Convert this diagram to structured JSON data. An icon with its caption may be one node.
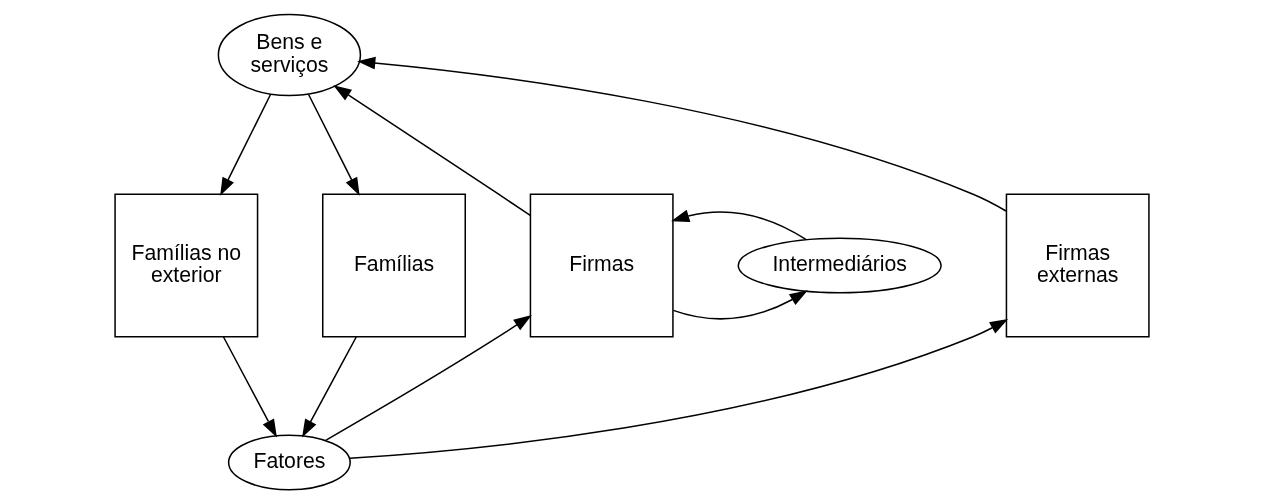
{
  "diagram": {
    "nodes": [
      {
        "text": [
          "Bens e serviços"
        ]
      },
      {
        "text": [
          "Famílias no exterior"
        ]
      },
      {
        "text": [
          "Famílias"
        ]
      },
      {
        "text": [
          "Firmas"
        ]
      },
      {
        "text": [
          "Intermediários"
        ]
      },
      {
        "text": [
          "Firmas externas"
        ]
      },
      {
        "text": [
          "Fatores"
        ]
      }
    ],
    "edges": [
      {
        "from": 0,
        "to": 1,
        "arrow": "to"
      },
      {
        "from": 0,
        "to": 2,
        "arrow": "to"
      },
      {
        "from": 3,
        "to": 0,
        "arrow": "to"
      },
      {
        "from": 5,
        "to": 0,
        "arrow": "to"
      },
      {
        "from": 3,
        "to": 4,
        "arrow": "to"
      },
      {
        "from": 4,
        "to": 3,
        "arrow": "to"
      },
      {
        "from": 1,
        "to": 6,
        "arrow": "to"
      },
      {
        "from": 2,
        "to": 6,
        "arrow": "to"
      },
      {
        "from": 6,
        "to": 3,
        "arrow": "to"
      },
      {
        "from": 6,
        "to": 5,
        "arrow": "to"
      }
    ]
  }
}
